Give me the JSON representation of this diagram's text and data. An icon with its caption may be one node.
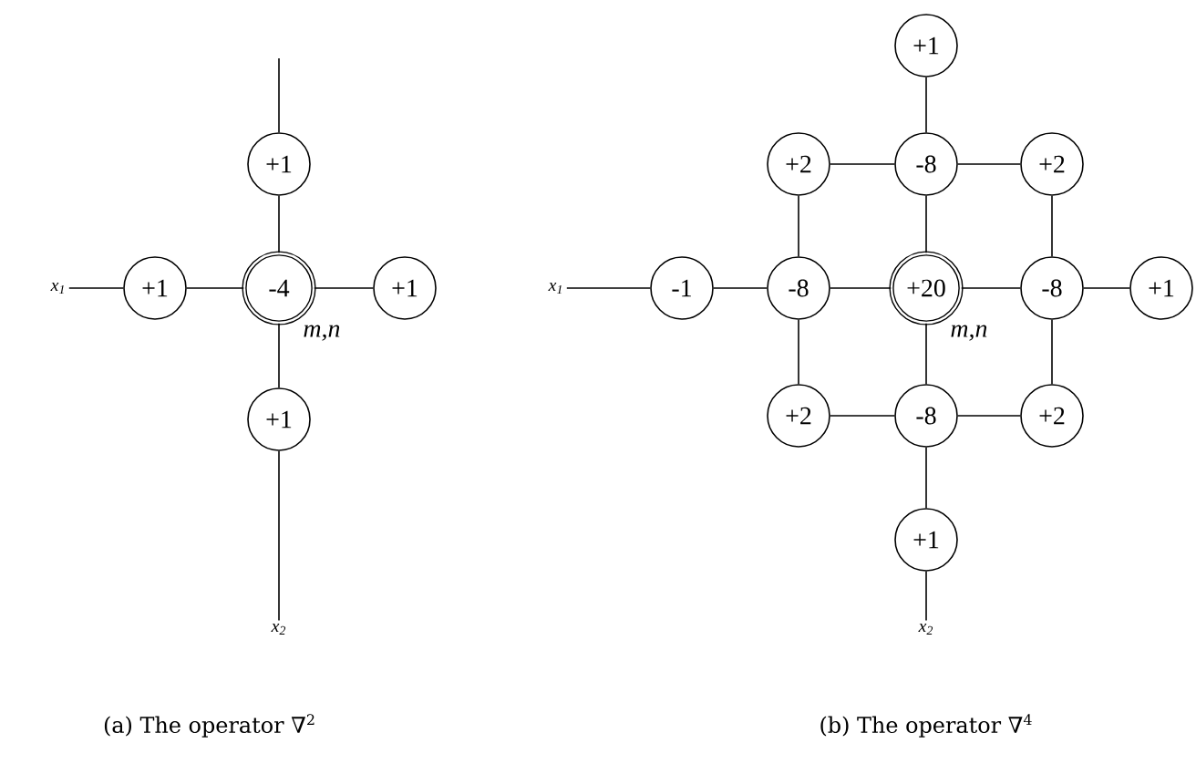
{
  "diagram": {
    "nodes": [
      {
        "text": [
          "+1"
        ]
      },
      {
        "text": [
          "x$_{1}$"
        ]
      },
      {
        "text": [
          "+1"
        ]
      },
      {
        "text": [
          "-4"
        ],
        "beside": [
          "m,n"
        ]
      },
      {
        "text": [
          "+1"
        ]
      },
      {
        "text": [
          "+1"
        ]
      },
      {
        "text": [
          "x$_{2}$"
        ]
      },
      {
        "text": [
          "+1"
        ]
      },
      {
        "text": [
          "+2"
        ]
      },
      {
        "text": [
          "-8"
        ]
      },
      {
        "text": [
          "+2"
        ]
      },
      {
        "text": [
          "x$_{1}$"
        ]
      },
      {
        "text": [
          "-1"
        ]
      },
      {
        "text": [
          "-8"
        ]
      },
      {
        "text": [
          "+20"
        ],
        "beside": [
          "m,n"
        ]
      },
      {
        "text": [
          "-8"
        ]
      },
      {
        "text": [
          "+1"
        ]
      },
      {
        "text": [
          "+2"
        ]
      },
      {
        "text": [
          "-8"
        ]
      },
      {
        "text": [
          "+2"
        ]
      },
      {
        "text": [
          "+1"
        ]
      },
      {
        "text": [
          "x$_{2}$"
        ]
      }
    ],
    "edges": [
      {
        "from": null,
        "to": 0,
        "arrow": "none"
      },
      {
        "from": 0,
        "to": 3,
        "arrow": "none"
      },
      {
        "from": 1,
        "to": 2,
        "arrow": "none"
      },
      {
        "from": 2,
        "to": 3,
        "arrow": "none"
      },
      {
        "from": 3,
        "to": 4,
        "arrow": "none"
      },
      {
        "from": 3,
        "to": 5,
        "arrow": "none"
      },
      {
        "from": 5,
        "to": 6,
        "arrow": "none"
      },
      {
        "from": 7,
        "to": 9,
        "arrow": "none"
      },
      {
        "from": 8,
        "to": 9,
        "arrow": "none"
      },
      {
        "from": 9,
        "to": 10,
        "arrow": "none"
      },
      {
        "from": 8,
        "to": 13,
        "arrow": "none"
      },
      {
        "from": 9,
        "to": 14,
        "arrow": "none"
      },
      {
        "from": 10,
        "to": 15,
        "arrow": "none"
      },
      {
        "from": 11,
        "to": 12,
        "arrow": "none"
      },
      {
        "from": 12,
        "to": 13,
        "arrow": "none"
      },
      {
        "from": 13,
        "to": 14,
        "arrow": "none"
      },
      {
        "from": 14,
        "to": 15,
        "arrow": "none"
      },
      {
        "from": 15,
        "to": 16,
        "arrow": "none"
      },
      {
        "from": 13,
        "to": 17,
        "arrow": "none"
      },
      {
        "from": 14,
        "to": 18,
        "arrow": "none"
      },
      {
        "from": 15,
        "to": 19,
        "arrow": "none"
      },
      {
        "from": 17,
        "to": 18,
        "arrow": "none"
      },
      {
        "from": 18,
        "to": 19,
        "arrow": "none"
      },
      {
        "from": 18,
        "to": 20,
        "arrow": "none"
      },
      {
        "from": 20,
        "to": 21,
        "arrow": "none"
      }
    ],
    "labels": [
      "(a) The operator ∇$^{2}$",
      "(b) The operator ∇$^{4}$"
    ]
  }
}
